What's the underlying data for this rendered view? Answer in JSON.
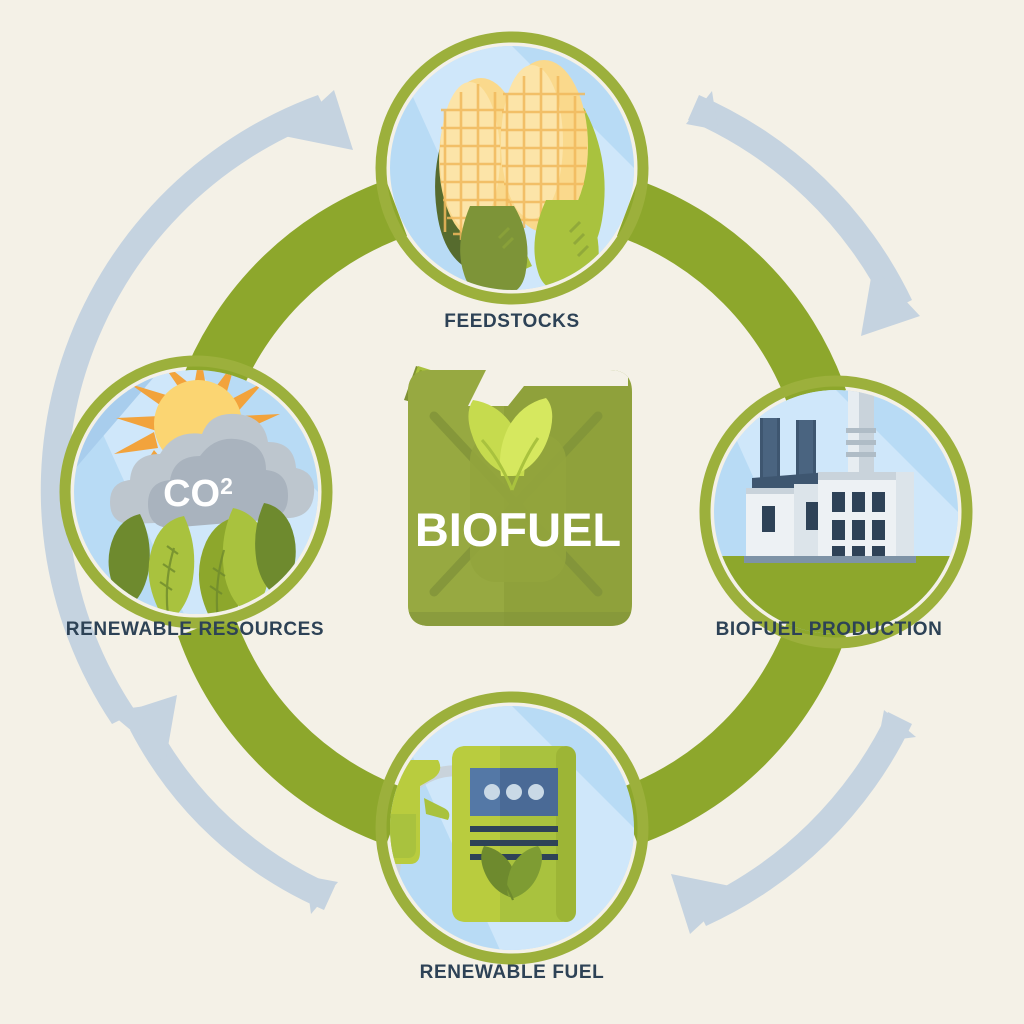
{
  "diagram": {
    "title_center": "BIOFUEL",
    "background_color": "#F4F1E7",
    "accent_green": "#8DA72C",
    "ring_green": "#9CB03C",
    "arrow_blue": "#C5D3E0",
    "label_color": "#2D4256",
    "circle_bg": "#B8DBF5",
    "circle_bg_light": "#CFE7FA",
    "flow_direction": "clockwise"
  },
  "center": {
    "name": "biofuel-jerrycan",
    "label": "BIOFUEL",
    "icon": "jerrycan-icon",
    "leaf_icon": "leaf-pair-icon",
    "body_color": "#8FA13B",
    "label_color": "#FFFFFF"
  },
  "nodes": [
    {
      "id": "feedstocks",
      "label": "FEEDSTOCKS",
      "icon": "corn-cobs-icon",
      "position": "top"
    },
    {
      "id": "biofuel-production",
      "label": "BIOFUEL PRODUCTION",
      "icon": "factory-with-leaves-icon",
      "position": "right"
    },
    {
      "id": "renewable-fuel",
      "label": "RENEWABLE FUEL",
      "icon": "fuel-pump-icon",
      "position": "bottom"
    },
    {
      "id": "renewable-resources",
      "label": "RENEWABLE RESOURCES",
      "icon": "sun-cloud-leaves-icon",
      "position": "left",
      "badge_text": "CO",
      "badge_sup": "2"
    }
  ],
  "arrows": [
    {
      "id": "arrow-top-right",
      "from": "feedstocks",
      "to": "biofuel-production",
      "direction": "clockwise"
    },
    {
      "id": "arrow-bottom-right",
      "from": "biofuel-production",
      "to": "renewable-fuel",
      "direction": "clockwise"
    },
    {
      "id": "arrow-bottom-left",
      "from": "renewable-fuel",
      "to": "renewable-resources",
      "direction": "clockwise"
    },
    {
      "id": "arrow-top-left",
      "from": "renewable-resources",
      "to": "feedstocks",
      "direction": "clockwise"
    }
  ]
}
